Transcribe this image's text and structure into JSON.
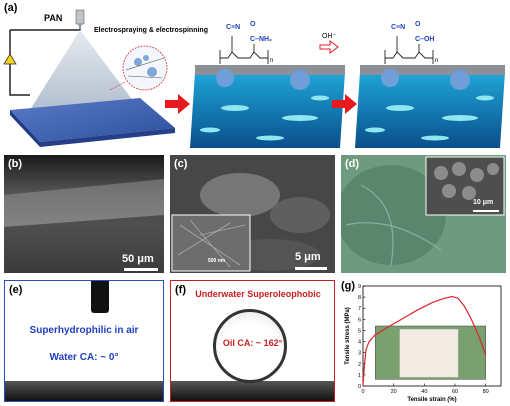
{
  "panel_a": {
    "label": "(a)",
    "pan_label": "PAN",
    "process_label": "Electrospraying & electrospinning",
    "chem_left": {
      "cn": "C≡N",
      "carbonyl_o": "O",
      "nh2": "C–NH₂",
      "n": "n"
    },
    "chem_right": {
      "cn": "C≡N",
      "carbonyl_o": "O",
      "oh": "C–OH",
      "n": "n"
    },
    "reagent": "OH⁻"
  },
  "panel_b": {
    "label": "(b)",
    "scale": "50 μm"
  },
  "panel_c": {
    "label": "(c)",
    "scale": "5 μm",
    "inset_scale": "500 nm"
  },
  "panel_d": {
    "label": "(d)",
    "scale": "10 μm"
  },
  "panel_e": {
    "label": "(e)",
    "title": "Superhydrophilic in air",
    "ca": "Water CA: ~ 0°"
  },
  "panel_f": {
    "label": "(f)",
    "title": "Underwater Superoleophobic",
    "ca": "Oil CA: ~ 162°"
  },
  "panel_g": {
    "label": "(g)"
  },
  "chart_data": {
    "type": "line",
    "xlabel": "Tensile strain (%)",
    "ylabel": "Tensile stress (MPa)",
    "xlim": [
      0,
      90
    ],
    "ylim": [
      0,
      9
    ],
    "xticks": [
      "0",
      "20",
      "40",
      "60",
      "80"
    ],
    "yticks": [
      "0",
      "1",
      "2",
      "3",
      "4",
      "5",
      "6",
      "7",
      "8",
      "9"
    ],
    "series": [
      {
        "color": "#d9262b",
        "x": [
          0,
          1,
          2,
          4,
          8,
          15,
          25,
          35,
          45,
          52,
          58,
          62,
          66,
          70,
          74,
          78,
          80
        ],
        "y": [
          0,
          2.0,
          3.3,
          4.0,
          4.6,
          5.2,
          6.0,
          6.8,
          7.5,
          7.85,
          8.05,
          7.9,
          7.2,
          6.2,
          5.0,
          3.6,
          2.8
        ]
      }
    ]
  },
  "colors": {
    "arrow": "#e6191e",
    "blue_text": "#1f3fbf",
    "red_text": "#c81e1e",
    "curve": "#d9262b"
  }
}
